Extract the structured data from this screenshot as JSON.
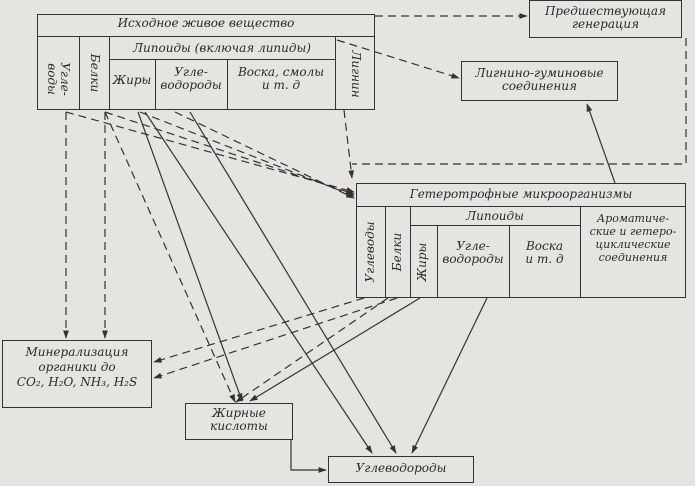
{
  "source_box": {
    "title": "Исходное живое вещество",
    "carbohydrates": "Угле-\nводы",
    "proteins": "Белки",
    "lipids_header": "Липоиды (включая липиды)",
    "fats": "Жиры",
    "hydrocarbons": "Угле-\nводороды",
    "waxes_resins": "Воска, смолы\nи т. д",
    "lignin": "Лигнин"
  },
  "previous_generation": "Предшествующая\nгенерация",
  "lignin_humic": "Лигнино-гуминовые\nсоединения",
  "hetero_box": {
    "title": "Гетеротрофные микроорганизмы",
    "carbohydrates": "Углеводы",
    "proteins": "Белки",
    "lipids_header": "Липоиды",
    "fats": "Жиры",
    "hydrocarbons": "Угле-\nводороды",
    "waxes": "Воска\nи т. д",
    "aromatic": "Ароматиче-\nские и гетеро-\nциклические\nсоединения"
  },
  "mineralization": "Минерализация\nорганики до\nCO₂, H₂O, NH₃, H₂S",
  "fatty_acids": "Жирные\nкислоты",
  "hydrocarbons_final": "Углеводороды"
}
